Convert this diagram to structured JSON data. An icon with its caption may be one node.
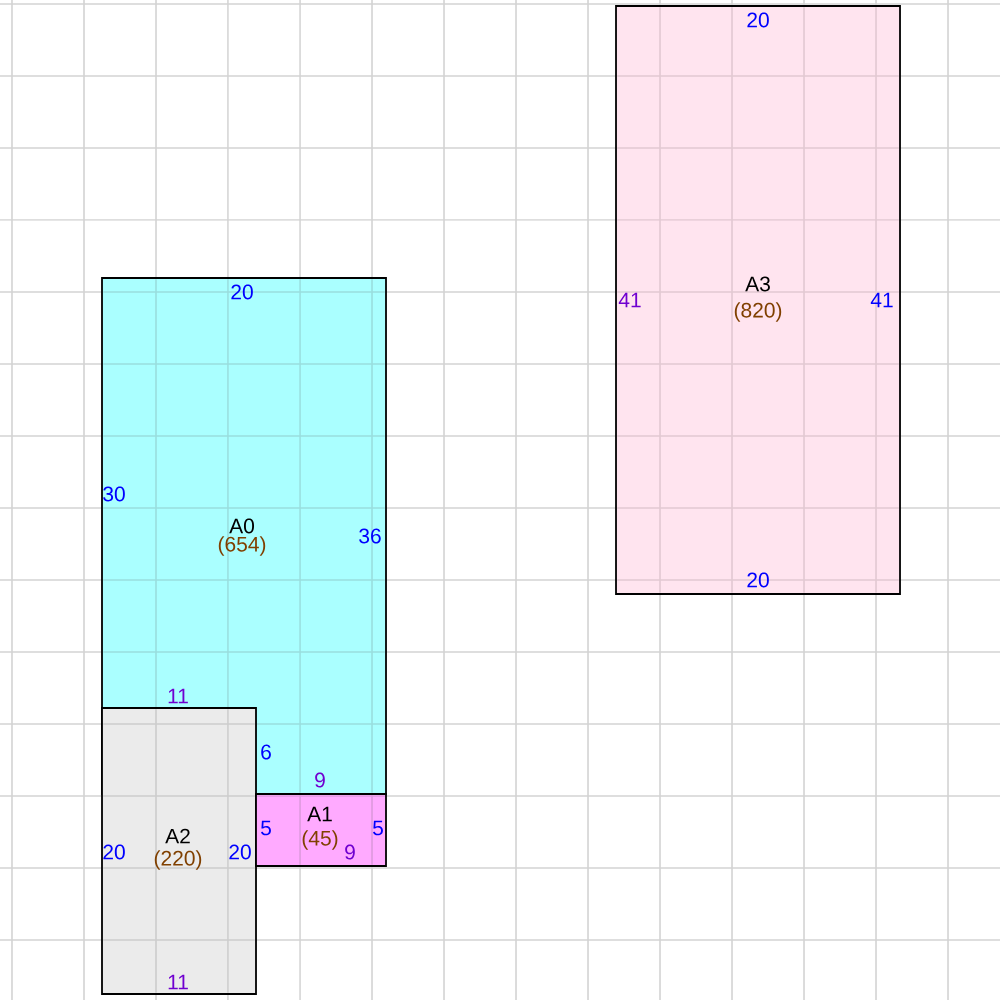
{
  "diagram": {
    "nodes": [
      {
        "text": [
          "A3",
          "(820)",
          "20",
          "41",
          "41",
          "20"
        ]
      },
      {
        "text": [
          "A0",
          "(654)",
          "20",
          "30",
          "36",
          "11",
          "6",
          "9"
        ]
      },
      {
        "text": [
          "A2",
          "(220)",
          "20",
          "20",
          "11"
        ]
      },
      {
        "text": [
          "A1",
          "(45)",
          "5",
          "5",
          "9"
        ]
      }
    ]
  }
}
